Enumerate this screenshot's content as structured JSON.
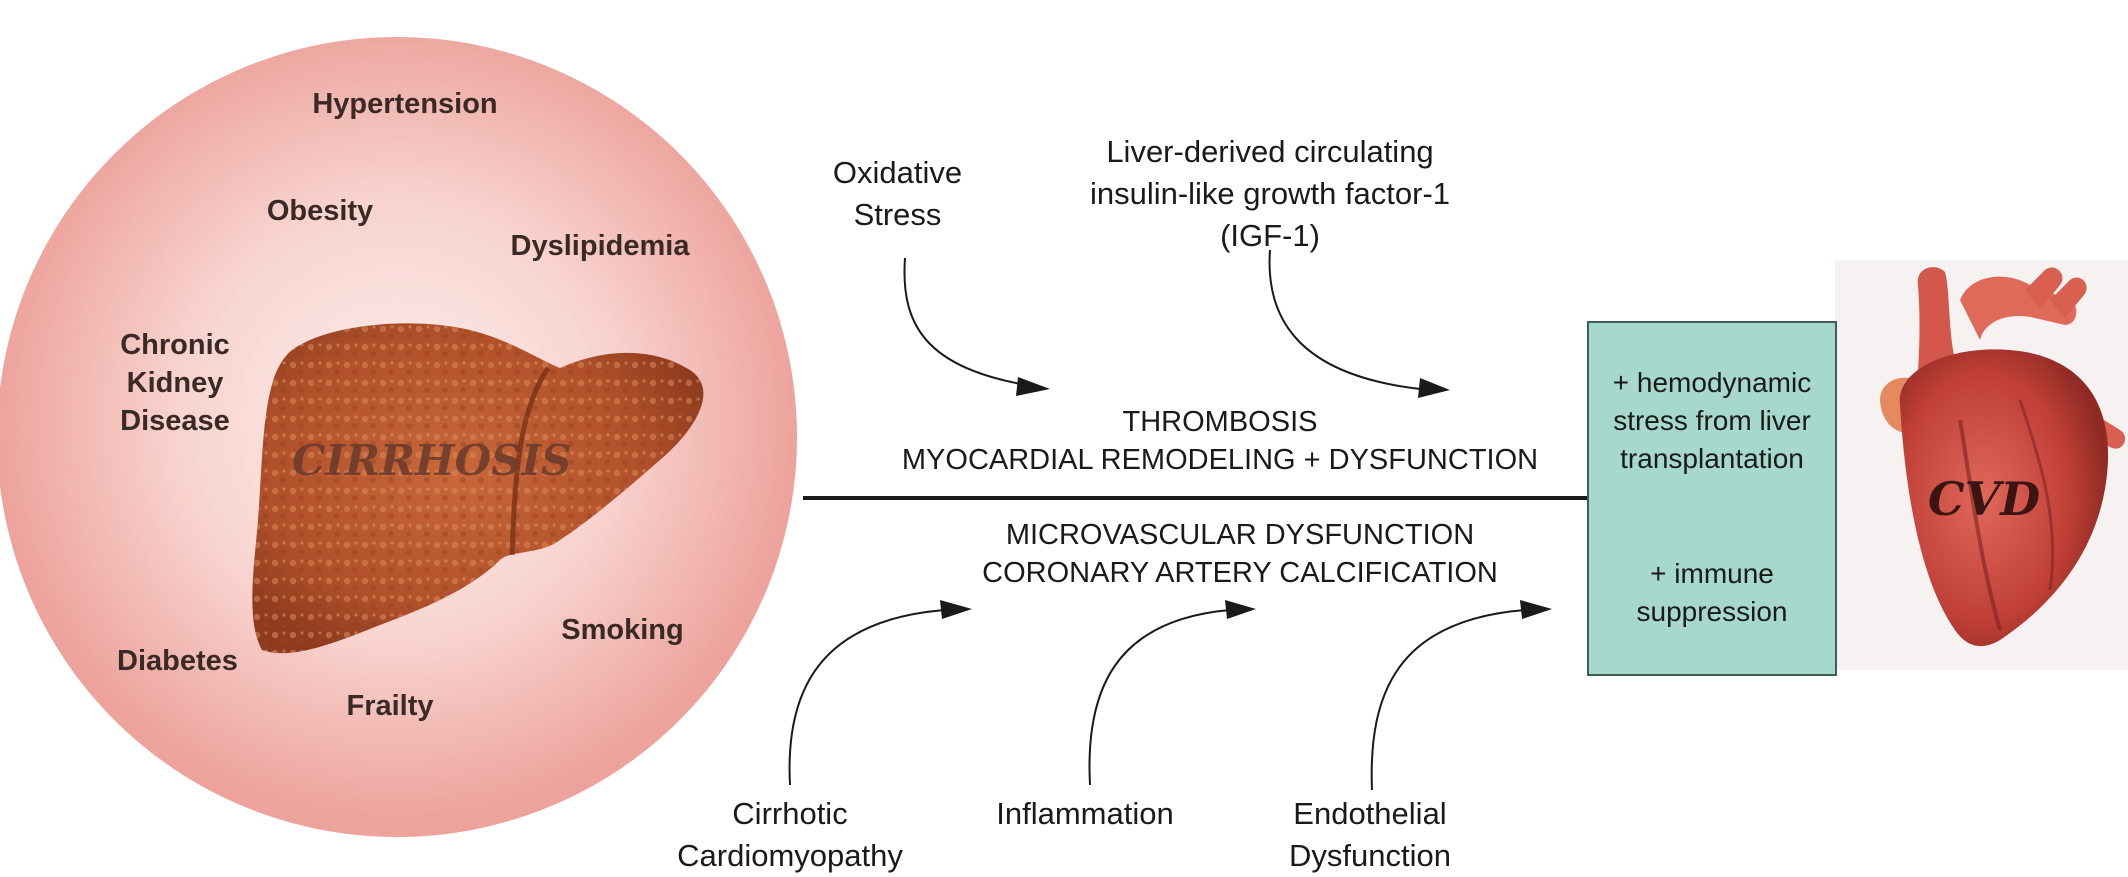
{
  "circle": {
    "center_label": "CIRRHOSIS",
    "risk_factors": {
      "hypertension": "Hypertension",
      "obesity": "Obesity",
      "dyslipidemia": "Dyslipidemia",
      "ckd": [
        "Chronic",
        "Kidney",
        "Disease"
      ],
      "smoking": "Smoking",
      "diabetes": "Diabetes",
      "frailty": "Frailty"
    }
  },
  "upper_factors": {
    "oxidative_stress": [
      "Oxidative",
      "Stress"
    ],
    "igf1": [
      "Liver-derived circulating",
      "insulin-like growth factor-1",
      "(IGF-1)"
    ]
  },
  "lower_factors": {
    "cirrhotic_cardiomyopathy": [
      "Cirrhotic",
      "Cardiomyopathy"
    ],
    "inflammation": "Inflammation",
    "endothelial_dysfunction": [
      "Endothelial",
      "Dysfunction"
    ]
  },
  "outcomes_above": [
    "THROMBOSIS",
    "MYOCARDIAL REMODELING + DYSFUNCTION"
  ],
  "outcomes_below": [
    "MICROVASCULAR DYSFUNCTION",
    "CORONARY ARTERY CALCIFICATION"
  ],
  "transplant_box": {
    "line1": [
      "+ hemodynamic",
      "stress from liver",
      "transplantation"
    ],
    "line2": [
      "+ immune",
      "suppression"
    ]
  },
  "heart_label": "CVD",
  "colors": {
    "circle_center": "#fbe3df",
    "circle_edge": "#efa8a1",
    "liver": "#b8532a",
    "box_fill": "#a6d8cb",
    "heart": "#c9483f"
  }
}
